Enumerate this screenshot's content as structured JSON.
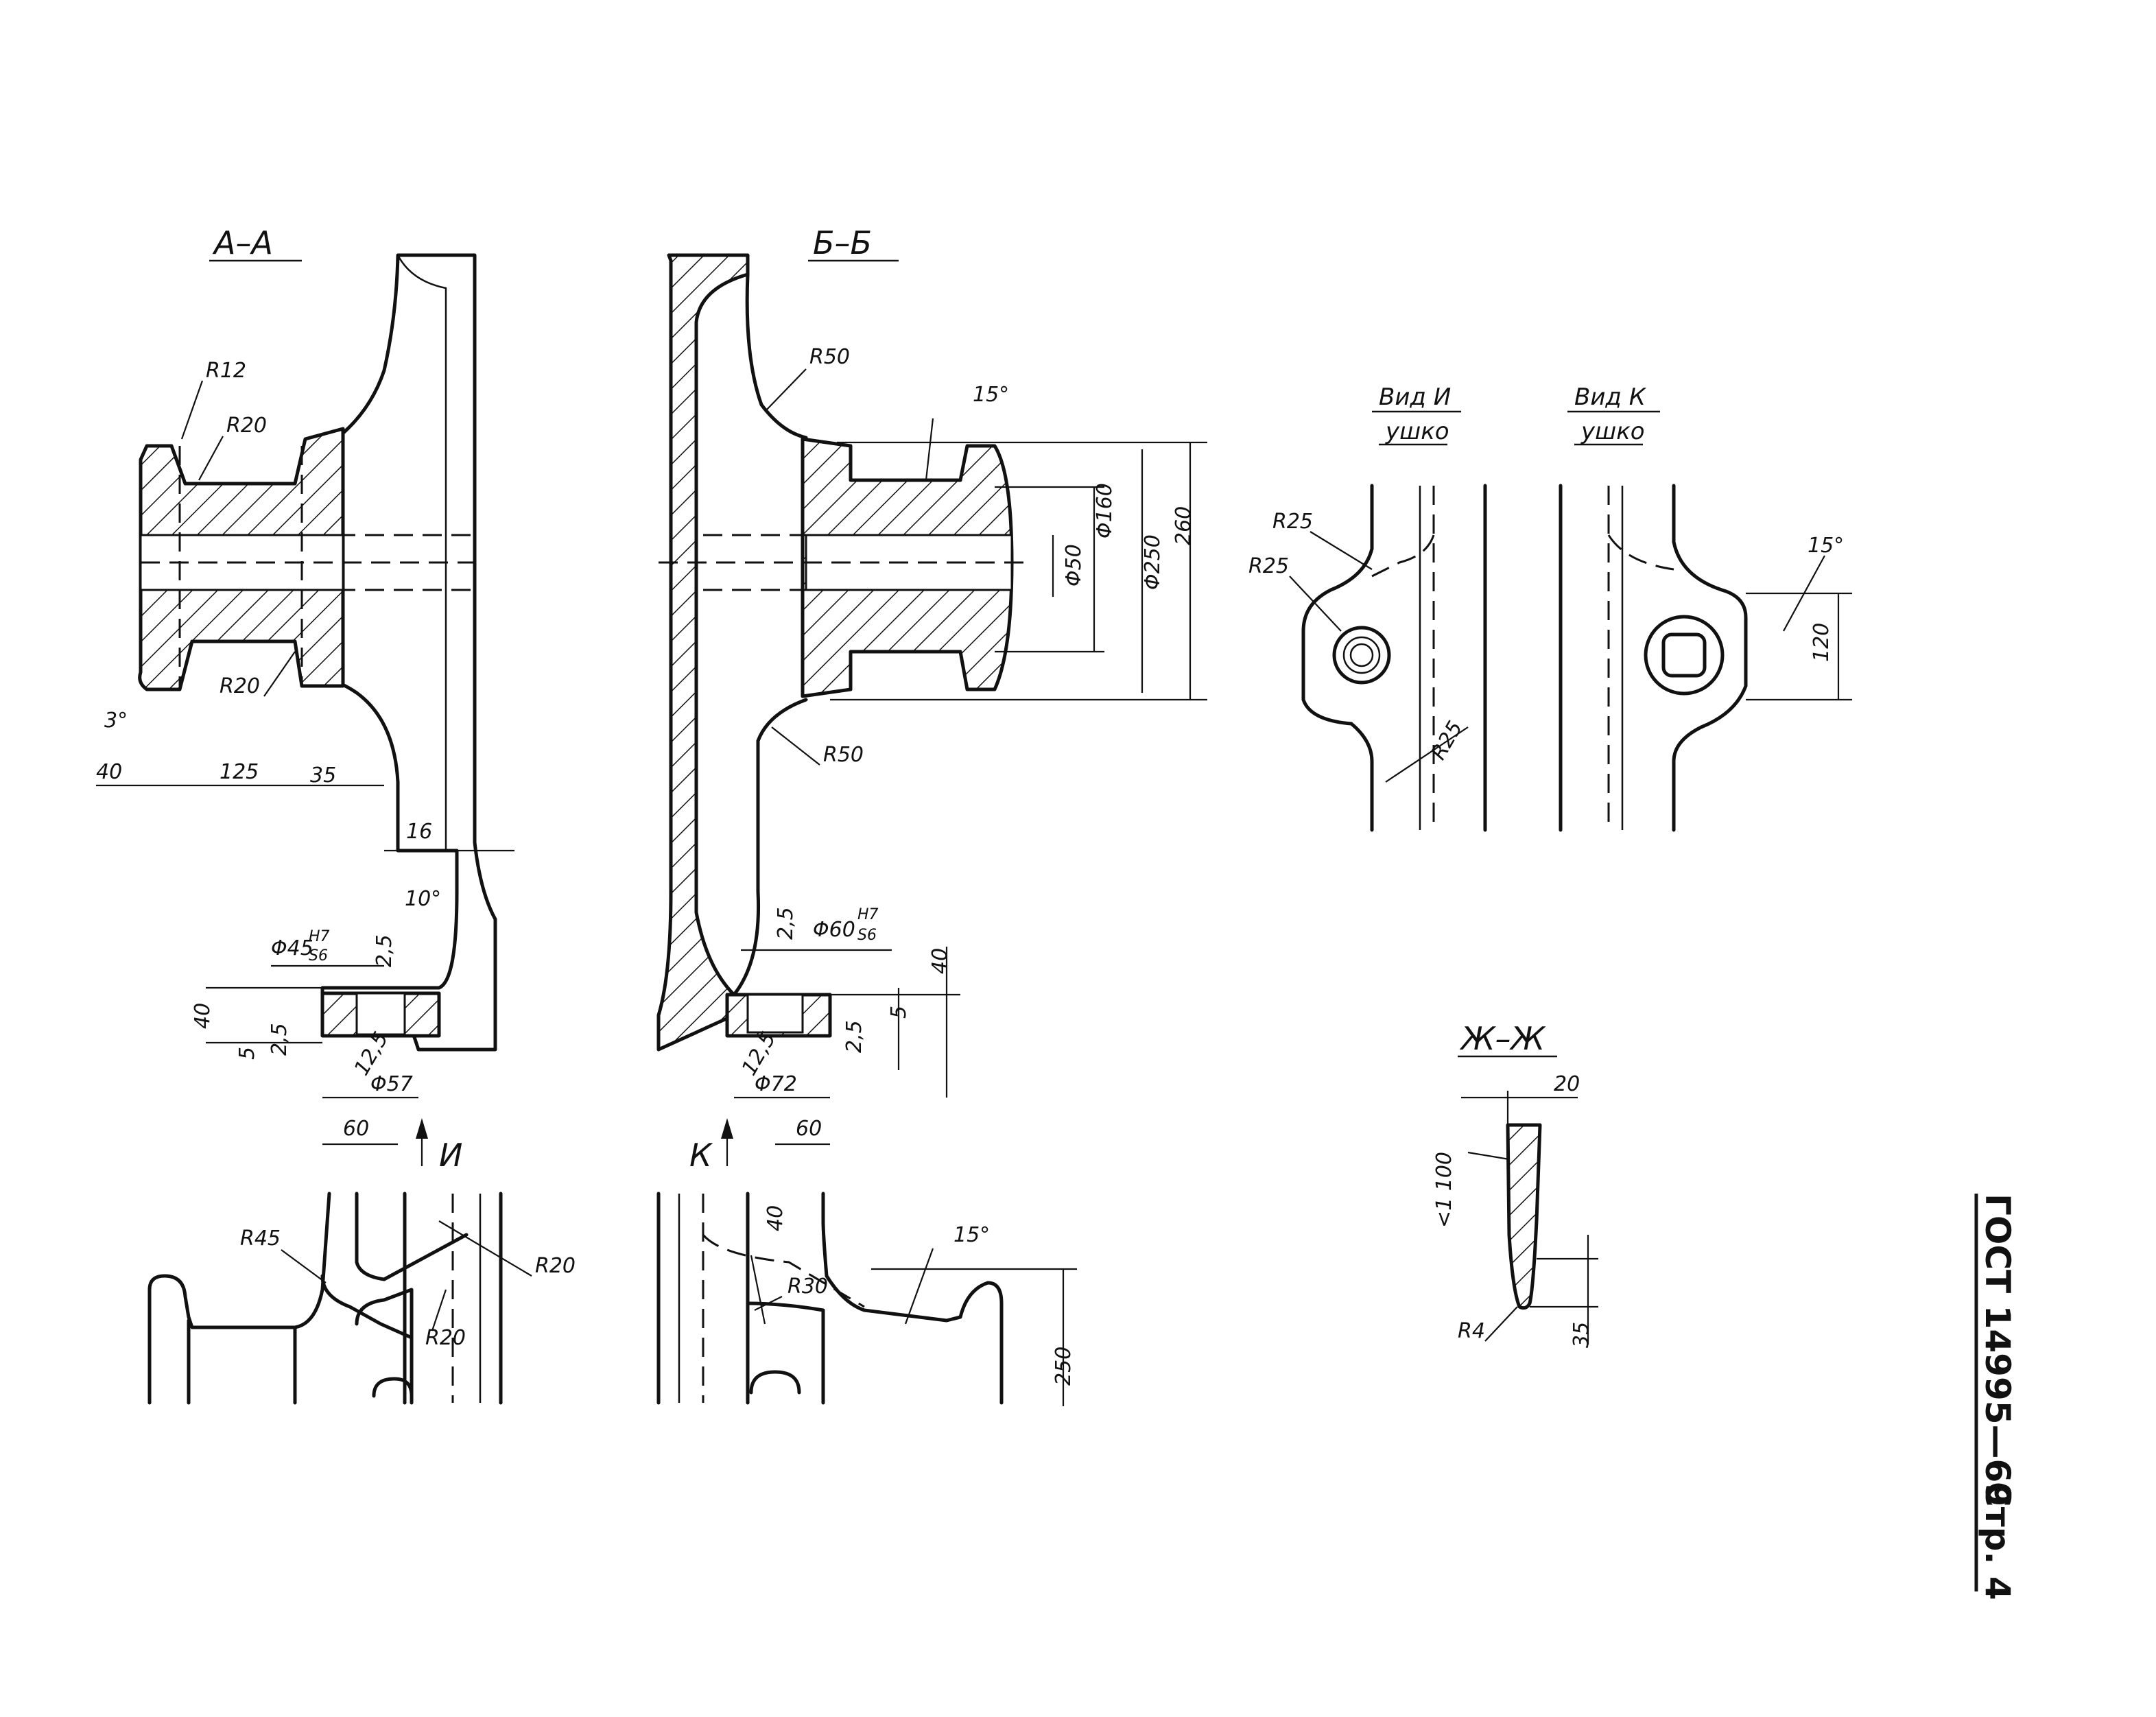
{
  "sections": {
    "aa": "А–А",
    "bb": "Б–Б",
    "zz": "Ж–Ж",
    "view_i": "Вид И",
    "view_k": "Вид К",
    "view_sub": "ушко",
    "arrow_i": "И",
    "arrow_k": "К"
  },
  "dims_aa": {
    "r12": "R12",
    "r20_top": "R20",
    "r20_bot": "R20",
    "deg3": "3°",
    "d40": "40",
    "d125": "125",
    "d35": "35",
    "d16": "16",
    "deg10": "10°",
    "phi45": "Φ45",
    "h7": "H7",
    "s6": "S6",
    "r2_5": "2,5",
    "v40": "40",
    "v5": "5",
    "v2_5": "2,5",
    "d12_5": "12,5",
    "phi57": "Φ57",
    "d60": "60"
  },
  "dims_bb": {
    "r50_top": "R50",
    "r50_bot": "R50",
    "deg15": "15°",
    "phi50": "Φ50",
    "phi160": "Φ160",
    "phi250": "Φ250",
    "d260": "260",
    "r2_5": "2,5",
    "phi60": "Φ60",
    "h7": "H7",
    "s6": "S6",
    "v40": "40",
    "v5": "5",
    "v2_5": "2,5",
    "d12_5": "12,5",
    "phi72": "Φ72",
    "d60": "60"
  },
  "dims_views": {
    "r25_a": "R25",
    "r25_b": "R25",
    "r25_c": "R25",
    "deg15": "15°",
    "d120": "120"
  },
  "dims_bottom": {
    "r45": "R45",
    "r20_a": "R20",
    "r20_b": "R20",
    "d40": "40",
    "r30": "R30",
    "deg15": "15°",
    "d250": "250"
  },
  "dims_zz": {
    "d20": "20",
    "slope": "<1 100",
    "r4": "R4",
    "d35": "35"
  },
  "footer": {
    "gost": "ГОСТ 14995—69",
    "page": "Стр. 4"
  }
}
